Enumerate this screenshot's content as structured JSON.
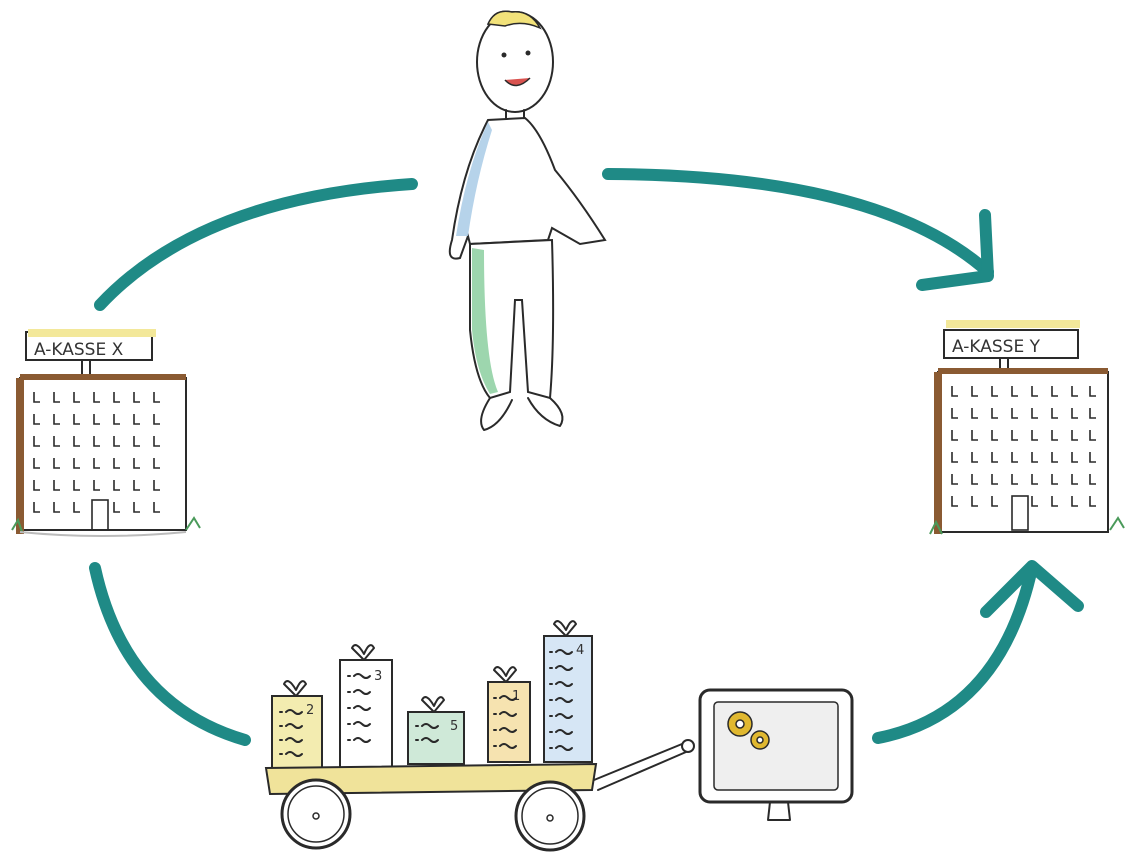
{
  "buildings": {
    "left": {
      "sign": "A-KASSE X"
    },
    "right": {
      "sign": "A-KASSE Y"
    }
  },
  "documents": [
    {
      "number": "2",
      "color": "#f3ecb0"
    },
    {
      "number": "3",
      "color": "#ffffff"
    },
    {
      "number": "5",
      "color": "#cfe9d8"
    },
    {
      "number": "1",
      "color": "#f6e3b0"
    },
    {
      "number": "4",
      "color": "#d6e6f5"
    }
  ],
  "colors": {
    "arrow": "#1f8a86",
    "building_side": "#8a5a32",
    "sign_highlight": "#f3e89a",
    "cart": "#f0e39a",
    "shirt_accent": "#a9cbe6",
    "pants_accent": "#8ccfa0",
    "hair": "#f2e27a",
    "gear": "#e0b830"
  },
  "icons": [
    "person-figure",
    "office-building",
    "cart-wagon",
    "document-stack",
    "computer-monitor-gear-icon",
    "curved-arrow"
  ]
}
